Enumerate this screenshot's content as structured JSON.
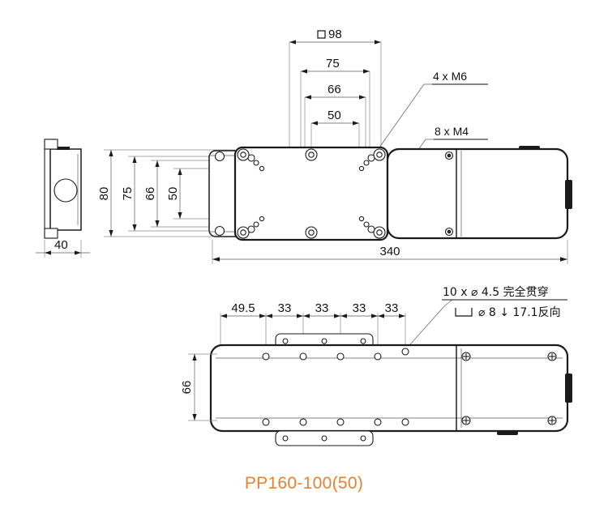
{
  "drawing": {
    "title": "PP160-100(50)",
    "title_color": "#E8802E",
    "background": "#ffffff",
    "line_color": "#1b1b1b"
  },
  "views": {
    "side_view": {
      "name": "side-view",
      "width_dim": "40",
      "height_dim": "80"
    },
    "top_view": {
      "name": "top-view",
      "overall_length_dim": "340"
    },
    "bottom_view": {
      "name": "bottom-view",
      "height_dim": "66"
    }
  },
  "dimensions": {
    "square_symbol": "□",
    "plate_outer": "98",
    "plate_75": "75",
    "plate_66": "66",
    "plate_50": "50",
    "vert_80": "80",
    "vert_75": "75",
    "vert_66": "66",
    "vert_50": "50",
    "side_width": "40",
    "overall_length": "340",
    "bottom_height": "66",
    "pitch_first": "49.5",
    "pitch_1": "33",
    "pitch_2": "33",
    "pitch_3": "33",
    "pitch_4": "33"
  },
  "annotations": {
    "thread_m6": "4 x  M6",
    "thread_m4": "8 x  M4",
    "hole_note_line1": "10 x ⌀ 4.5 完全贯穿",
    "hole_note_line2_prefix": "⌴",
    "hole_note_line2": "⌀ 8 ↓ 17.1反向"
  }
}
